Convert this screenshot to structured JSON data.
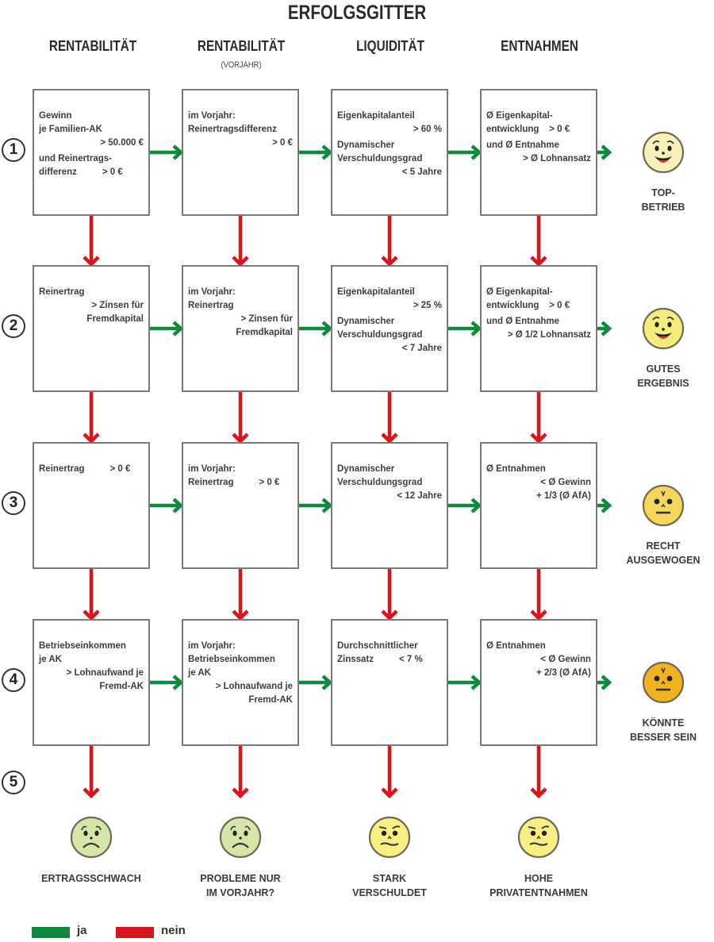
{
  "title": "ERFOLGSGITTER",
  "columns": [
    {
      "label": "RENTABILITÄT",
      "sub": ""
    },
    {
      "label": "RENTABILITÄT",
      "sub": "(VORJAHR)"
    },
    {
      "label": "LIQUIDITÄT",
      "sub": ""
    },
    {
      "label": "ENTNAHMEN",
      "sub": ""
    }
  ],
  "rows": [
    {
      "number": "1",
      "cells": [
        [
          {
            "t": "Gewinn"
          },
          {
            "t": "je Familien-AK"
          },
          {
            "t": "> 50.000 €",
            "r": true
          },
          {
            "t": "und Reinertrags-",
            "sep": true
          },
          {
            "t": "differenz          > 0 €"
          }
        ],
        [
          {
            "t": "im Vorjahr:"
          },
          {
            "t": "Reinertragsdifferenz"
          },
          {
            "t": "> 0 €",
            "r": true
          }
        ],
        [
          {
            "t": "Eigenkapitalanteil"
          },
          {
            "t": "> 60 %",
            "r": true
          },
          {
            "t": "Dynamischer",
            "sep": true
          },
          {
            "t": "Verschuldungsgrad"
          },
          {
            "t": "< 5 Jahre",
            "r": true
          }
        ],
        [
          {
            "t": "Ø Eigenkapital-"
          },
          {
            "t": "entwicklung    > 0 €"
          },
          {
            "t": "und Ø Entnahme",
            "sep": true
          },
          {
            "t": "> Ø Lohnansatz",
            "r": true
          }
        ]
      ],
      "outcome": {
        "label": "TOP-\nBETRIEB",
        "face": "very-happy",
        "color": "#f7f0b8"
      }
    },
    {
      "number": "2",
      "cells": [
        [
          {
            "t": "Reinertrag"
          },
          {
            "t": "> Zinsen für",
            "r": true
          },
          {
            "t": "Fremdkapital",
            "r": true
          }
        ],
        [
          {
            "t": "im Vorjahr:"
          },
          {
            "t": "Reinertrag"
          },
          {
            "t": "> Zinsen für",
            "r": true
          },
          {
            "t": "Fremdkapital",
            "r": true
          }
        ],
        [
          {
            "t": "Eigenkapitalanteil"
          },
          {
            "t": "> 25 %",
            "r": true
          },
          {
            "t": "Dynamischer",
            "sep": true
          },
          {
            "t": "Verschuldungsgrad"
          },
          {
            "t": "< 7 Jahre",
            "r": true
          }
        ],
        [
          {
            "t": "Ø Eigenkapital-"
          },
          {
            "t": "entwicklung    > 0 €"
          },
          {
            "t": "und Ø Entnahme",
            "sep": true
          },
          {
            "t": "> Ø 1/2 Lohnansatz",
            "r": true
          }
        ]
      ],
      "outcome": {
        "label": "GUTES\nERGEBNIS",
        "face": "happy",
        "color": "#f5ec7a"
      }
    },
    {
      "number": "3",
      "cells": [
        [
          {
            "t": "Reinertrag          > 0 €"
          }
        ],
        [
          {
            "t": "im Vorjahr:"
          },
          {
            "t": "Reinertrag          > 0 €"
          }
        ],
        [
          {
            "t": "Dynamischer"
          },
          {
            "t": "Verschuldungsgrad"
          },
          {
            "t": "< 12 Jahre",
            "r": true
          }
        ],
        [
          {
            "t": "Ø Entnahmen"
          },
          {
            "t": "< Ø Gewinn",
            "r": true
          },
          {
            "t": "+ 1/3 (Ø AfA)",
            "r": true
          }
        ]
      ],
      "outcome": {
        "label": "RECHT\nAUSGEWOGEN",
        "face": "neutral",
        "color": "#f4d65a"
      }
    },
    {
      "number": "4",
      "cells": [
        [
          {
            "t": "Betriebseinkommen"
          },
          {
            "t": "je AK"
          },
          {
            "t": "> Lohnaufwand je",
            "r": true
          },
          {
            "t": "Fremd-AK",
            "r": true
          }
        ],
        [
          {
            "t": "im Vorjahr:"
          },
          {
            "t": "Betriebseinkommen"
          },
          {
            "t": "je AK"
          },
          {
            "t": "> Lohnaufwand je",
            "r": true
          },
          {
            "t": "Fremd-AK",
            "r": true
          }
        ],
        [
          {
            "t": "Durchschnittlicher"
          },
          {
            "t": "Zinssatz          < 7 %"
          }
        ],
        [
          {
            "t": "Ø Entnahmen"
          },
          {
            "t": "< Ø Gewinn",
            "r": true
          },
          {
            "t": "+ 2/3 (Ø AfA)",
            "r": true
          }
        ]
      ],
      "outcome": {
        "label": "KÖNNTE\nBESSER SEIN",
        "face": "neutral",
        "color": "#f0b21e"
      }
    }
  ],
  "final_row": {
    "number": "5",
    "outcomes": [
      {
        "label": "ERTRAGSSCHWACH",
        "face": "sad",
        "color": "#d6e6a8"
      },
      {
        "label": "PROBLEME NUR\nIM VORJAHR?",
        "face": "sad",
        "color": "#d6e6a8"
      },
      {
        "label": "STARK\nVERSCHULDET",
        "face": "grumpy",
        "color": "#f7ee84"
      },
      {
        "label": "HOHE\nPRIVATENTNAHMEN",
        "face": "grumpy",
        "color": "#f7ee84"
      }
    ]
  },
  "legend": [
    {
      "label": "ja",
      "color": "#0f8a3c"
    },
    {
      "label": "nein",
      "color": "#d9141b"
    }
  ],
  "colors": {
    "yes": "#0f8a3c",
    "no": "#d9141b",
    "box_border": "#7a7a7a"
  }
}
